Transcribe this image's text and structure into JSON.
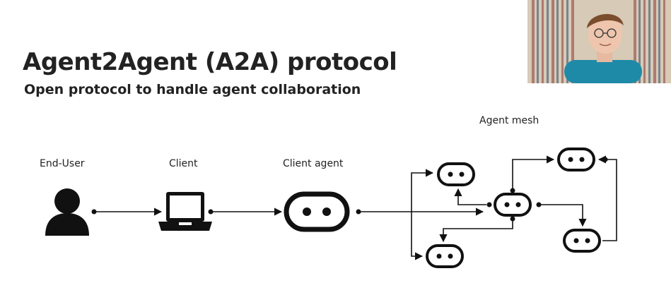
{
  "slide": {
    "title": "Agent2Agent (A2A) protocol",
    "subtitle": "Open protocol to handle agent collaboration"
  },
  "diagram": {
    "labels": {
      "end_user": "End-User",
      "client": "Client",
      "client_agent": "Client agent",
      "agent_mesh": "Agent mesh"
    },
    "icons": [
      "person-icon",
      "laptop-icon",
      "robot-face-icon"
    ]
  },
  "colors": {
    "background": "#ffffff",
    "ink": "#111111",
    "text": "#222222",
    "webcam_shirt": "#1f8aa8"
  }
}
